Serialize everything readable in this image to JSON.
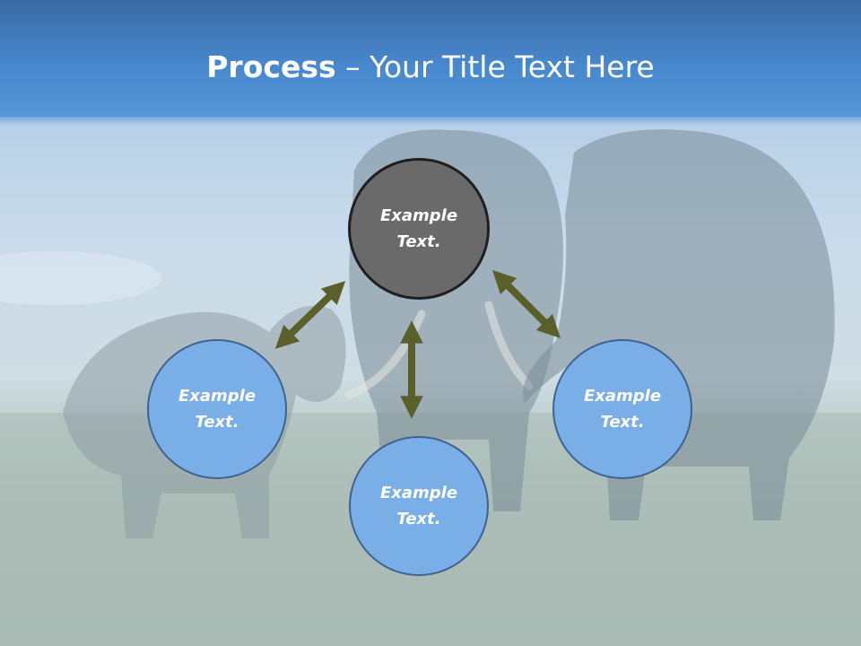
{
  "title": {
    "strong": "Process",
    "rest": " – Your Title Text Here"
  },
  "nodes": {
    "top": {
      "line1": "Example",
      "line2": "Text."
    },
    "left": {
      "line1": "Example",
      "line2": "Text."
    },
    "right": {
      "line1": "Example",
      "line2": "Text."
    },
    "bottom": {
      "line1": "Example",
      "line2": "Text."
    }
  },
  "colors": {
    "header_blue": "#4787cc",
    "node_blue": "#7aaee6",
    "node_dark": "#6a6a6a",
    "arrow_olive": "#5b5f2a"
  },
  "background_image": "elephants-in-grass"
}
